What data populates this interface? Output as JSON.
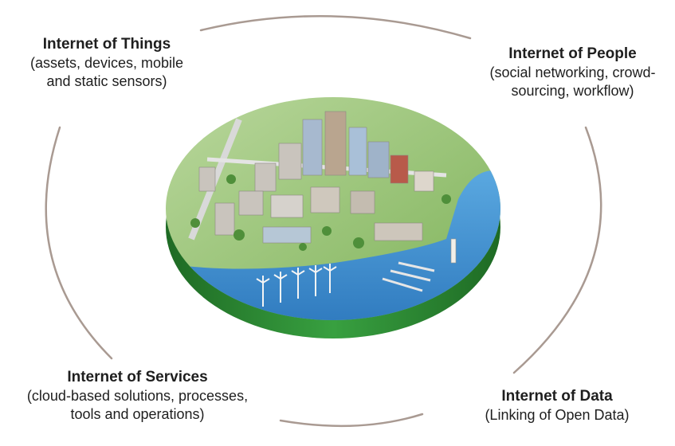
{
  "nodes": [
    {
      "id": "things",
      "title": "Internet of Things",
      "description_lines": [
        "(assets, devices, mobile",
        "and static sensors)"
      ]
    },
    {
      "id": "people",
      "title": "Internet of People",
      "description_lines": [
        "(social networking, crowd-",
        "sourcing, workflow)"
      ]
    },
    {
      "id": "services",
      "title": "Internet of Services",
      "description_lines": [
        "(cloud-based solutions, processes,",
        "tools and operations)"
      ]
    },
    {
      "id": "data",
      "title": "Internet of Data",
      "description_lines": [
        "(Linking of Open Data)"
      ]
    }
  ],
  "colors": {
    "connector": "#a99a92",
    "disc_green": "#2e8b34",
    "disc_green_dark": "#1e6a24",
    "water": "#3b8fd0",
    "land": "#8cbf6a"
  },
  "center_image": "smart-city-isometric-disc"
}
